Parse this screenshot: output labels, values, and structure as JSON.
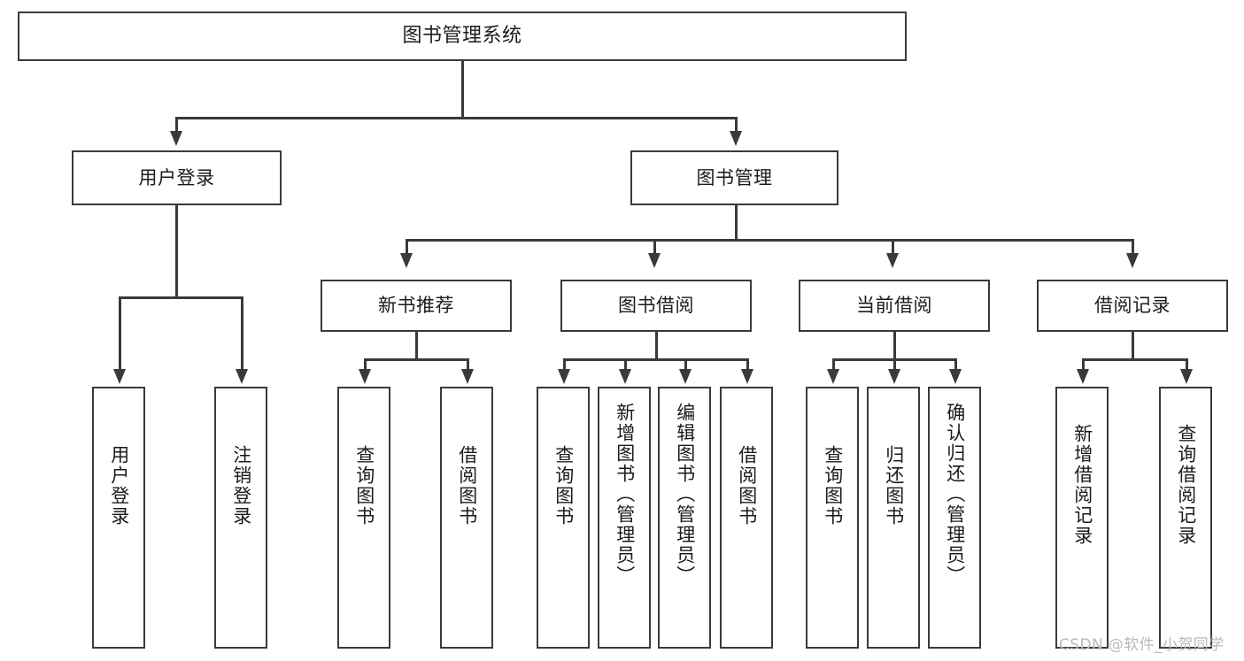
{
  "diagram": {
    "title": "图书管理系统",
    "type": "tree",
    "root": {
      "id": "root",
      "label": "图书管理系统"
    },
    "level2": [
      {
        "id": "user-login",
        "label": "用户登录"
      },
      {
        "id": "book-manage",
        "label": "图书管理"
      }
    ],
    "level3": [
      {
        "id": "new-book-rec",
        "label": "新书推荐"
      },
      {
        "id": "book-borrow",
        "label": "图书借阅"
      },
      {
        "id": "current-borrow",
        "label": "当前借阅"
      },
      {
        "id": "borrow-record",
        "label": "借阅记录"
      }
    ],
    "leaves": {
      "user_login": [
        {
          "id": "leaf-user-login",
          "label": "用户登录"
        },
        {
          "id": "leaf-logout",
          "label": "注销登录"
        }
      ],
      "new_book_rec": [
        {
          "id": "leaf-query-book-1",
          "label": "查询图书"
        },
        {
          "id": "leaf-borrow-book-1",
          "label": "借阅图书"
        }
      ],
      "book_borrow": [
        {
          "id": "leaf-query-book-2",
          "label": "查询图书"
        },
        {
          "id": "leaf-add-book",
          "label": "新增图书（管理员）"
        },
        {
          "id": "leaf-edit-book",
          "label": "编辑图书（管理员）"
        },
        {
          "id": "leaf-borrow-book-2",
          "label": "借阅图书"
        }
      ],
      "current_borrow": [
        {
          "id": "leaf-query-book-3",
          "label": "查询图书"
        },
        {
          "id": "leaf-return-book",
          "label": "归还图书"
        },
        {
          "id": "leaf-confirm-return",
          "label": "确认归还（管理员）"
        }
      ],
      "borrow_record": [
        {
          "id": "leaf-add-record",
          "label": "新增借阅记录"
        },
        {
          "id": "leaf-query-record",
          "label": "查询借阅记录"
        }
      ]
    }
  },
  "watermark": {
    "text": "CSDN @软件_小贺同学"
  },
  "colors": {
    "stroke": "#3a3a3a",
    "fill": "#ffffff",
    "text": "#1b1b1b",
    "watermark": "#b9b9b9"
  }
}
